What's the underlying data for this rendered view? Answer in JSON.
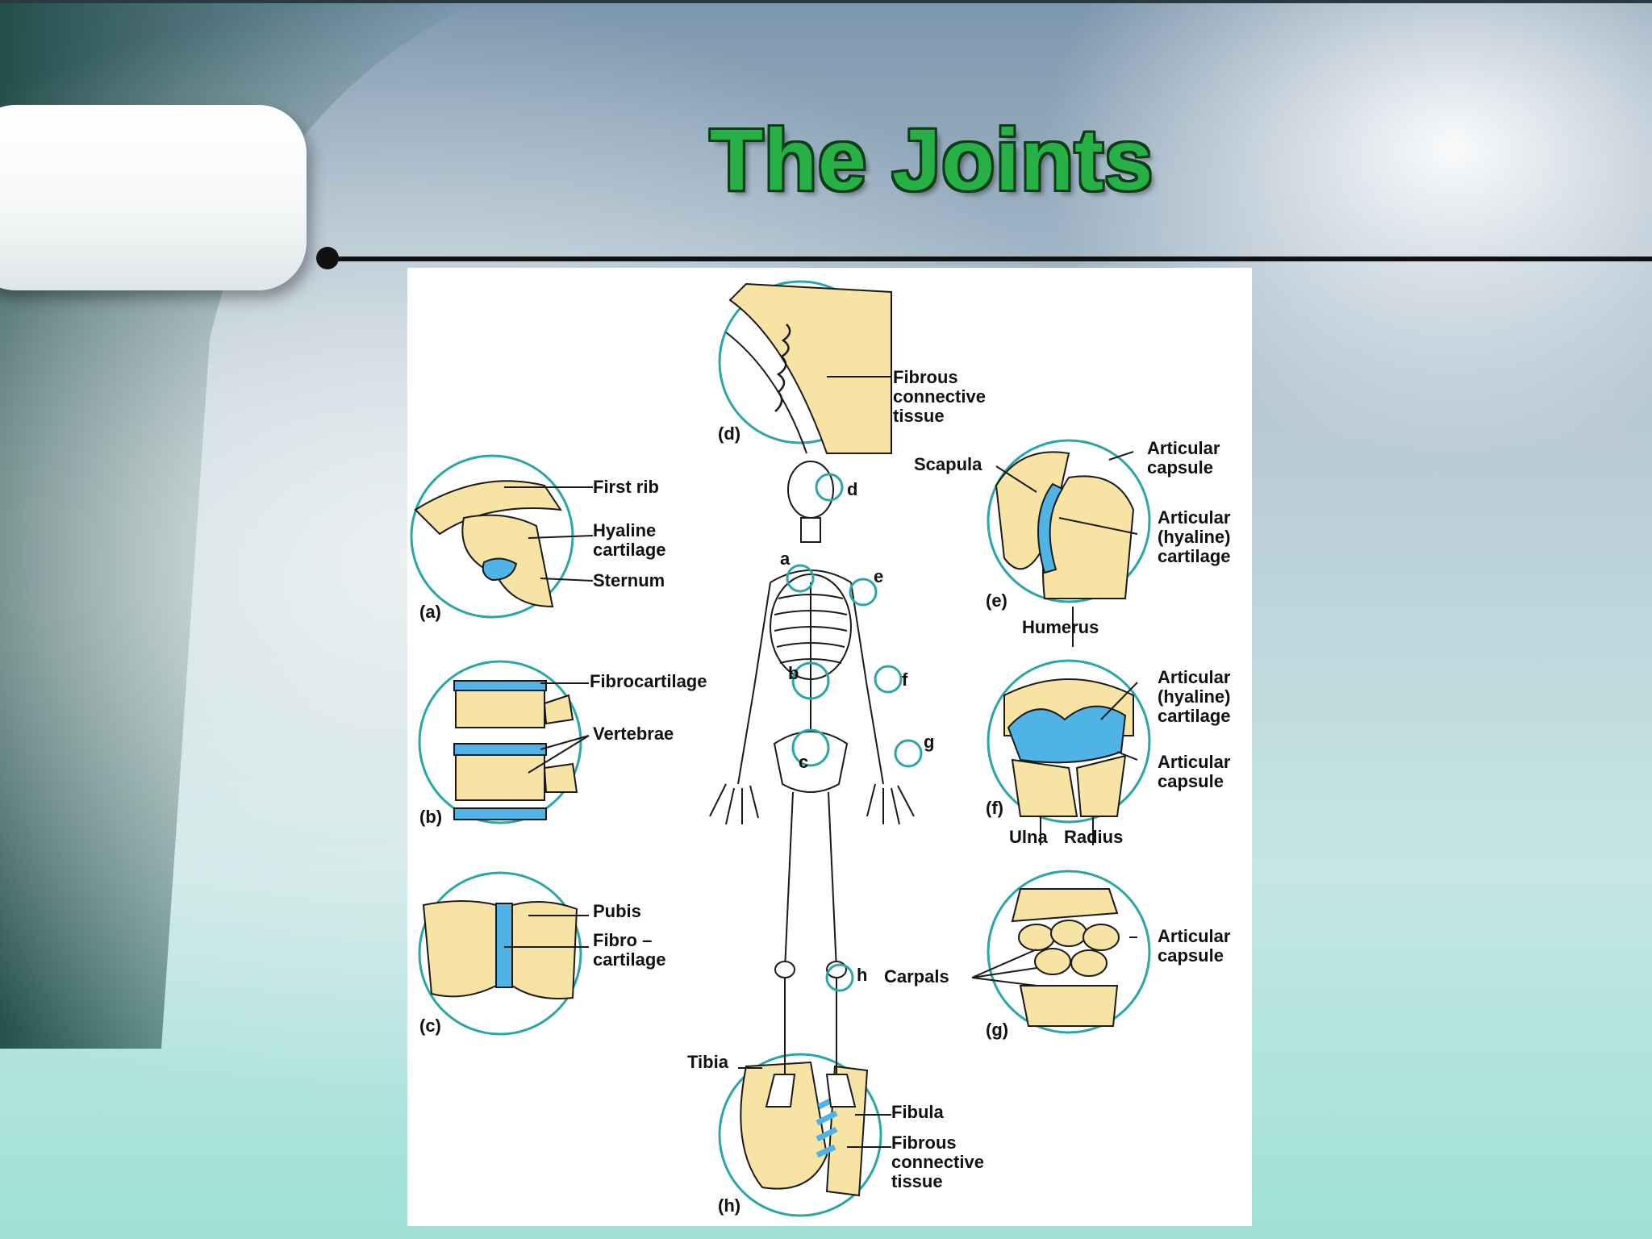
{
  "slide": {
    "title": "The Joints"
  },
  "figure": {
    "panels": {
      "a": "(a)",
      "b": "(b)",
      "c": "(c)",
      "d": "(d)",
      "e": "(e)",
      "f": "(f)",
      "g": "(g)",
      "h": "(h)"
    },
    "skeleton_markers": {
      "a": "a",
      "b": "b",
      "c": "c",
      "d": "d",
      "e": "e",
      "f": "f",
      "g": "g",
      "h": "h"
    },
    "labels": {
      "d_fibrous": "Fibrous\nconnective\ntissue",
      "a_first_rib": "First rib",
      "a_hyaline": "Hyaline\ncartilage",
      "a_sternum": "Sternum",
      "b_fibrocartilage": "Fibrocartilage",
      "b_vertebrae": "Vertebrae",
      "c_pubis": "Pubis",
      "c_fibro": "Fibro –\ncartilage",
      "e_scapula": "Scapula",
      "e_capsule": "Articular\ncapsule",
      "e_hyaline": "Articular\n(hyaline)\ncartilage",
      "e_humerus": "Humerus",
      "f_hyaline": "Articular\n(hyaline)\ncartilage",
      "f_capsule": "Articular\ncapsule",
      "f_ulna": "Ulna",
      "f_radius": "Radius",
      "g_capsule": "Articular\ncapsule",
      "g_carpals": "Carpals",
      "h_tibia": "Tibia",
      "h_fibula": "Fibula",
      "h_fibrous": "Fibrous\nconnective\ntissue"
    },
    "colors": {
      "bone": "#f7e3a3",
      "cartilage": "#4fb3e6",
      "ring": "#2aa6a6",
      "outline": "#1a1a1a"
    }
  }
}
